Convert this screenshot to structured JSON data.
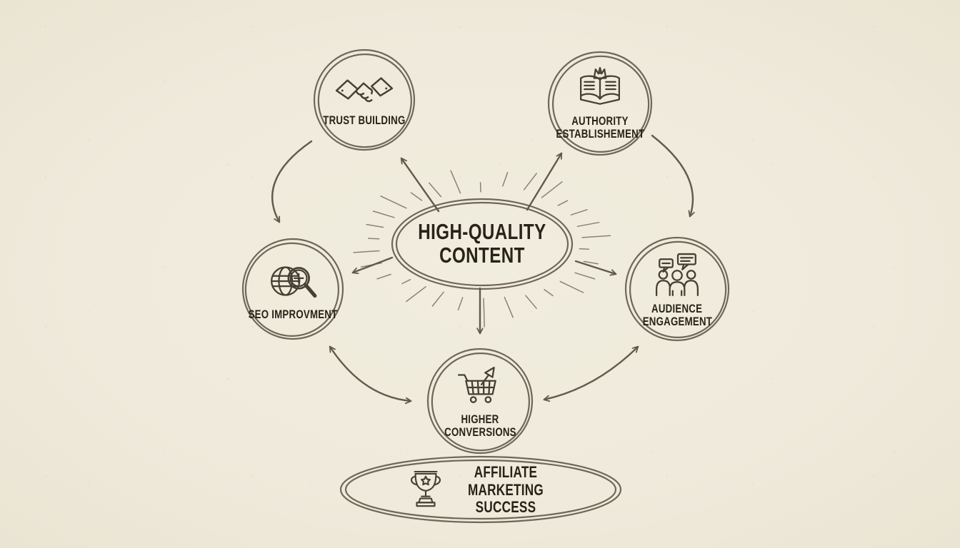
{
  "diagram_title": "High-Quality Content diagram",
  "colors": {
    "background": "#EFEADB",
    "ink": "#6F675A",
    "arrow": "#615A4D",
    "icon": "#453F34",
    "text": "#282319"
  },
  "center": {
    "label_line1": "HIGH-QUALITY",
    "label_line2": "CONTENT"
  },
  "nodes": {
    "trust": {
      "label": "TRUST BUILDING",
      "icon": "handshake-icon"
    },
    "authority": {
      "label_line1": "AUTHORITY",
      "label_line2": "ESTABLISHEMENT",
      "icon": "book-crown-icon"
    },
    "seo": {
      "label": "SEO IMPROVMENT",
      "icon": "globe-magnifier-icon"
    },
    "audience": {
      "label_line1": "AUDIENCE",
      "label_line2": "ENGAGEMENT",
      "icon": "people-chat-icon"
    },
    "conversions": {
      "label_line1": "HIGHER",
      "label_line2": "CONVERSIONS",
      "icon": "cart-arrow-icon"
    }
  },
  "footer": {
    "label_line1": "AFFILIATE",
    "label_line2": "MARKETING",
    "label_line3": "SUCCESS",
    "icon": "trophy-icon"
  }
}
